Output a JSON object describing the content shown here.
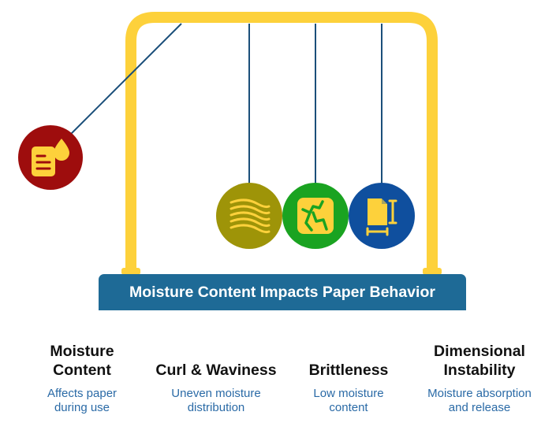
{
  "banner": {
    "label": "Moisture Content Impacts Paper Behavior"
  },
  "columns": [
    {
      "title": "Moisture Content",
      "description": "Affects paper during use"
    },
    {
      "title": "Curl & Waviness",
      "description": "Uneven moisture distribution"
    },
    {
      "title": "Brittleness",
      "description": "Low moisture content"
    },
    {
      "title": "Dimensional Instability",
      "description": "Moisture absorption and release"
    }
  ],
  "balls": [
    {
      "name": "moisture-content-ball",
      "icon": "paper-droplet-icon",
      "color": "#9e0d0d"
    },
    {
      "name": "curl-waviness-ball",
      "icon": "wavy-lines-icon",
      "color": "#9e9408"
    },
    {
      "name": "brittleness-ball",
      "icon": "cracked-paper-icon",
      "color": "#1aa321"
    },
    {
      "name": "dimensional-instability-ball",
      "icon": "paper-measure-icon",
      "color": "#0f4f9e"
    }
  ],
  "colors": {
    "frame": "#fdd13b",
    "string": "#1b4f7a",
    "banner": "#1e6a96",
    "icon": "#fdd13b"
  }
}
